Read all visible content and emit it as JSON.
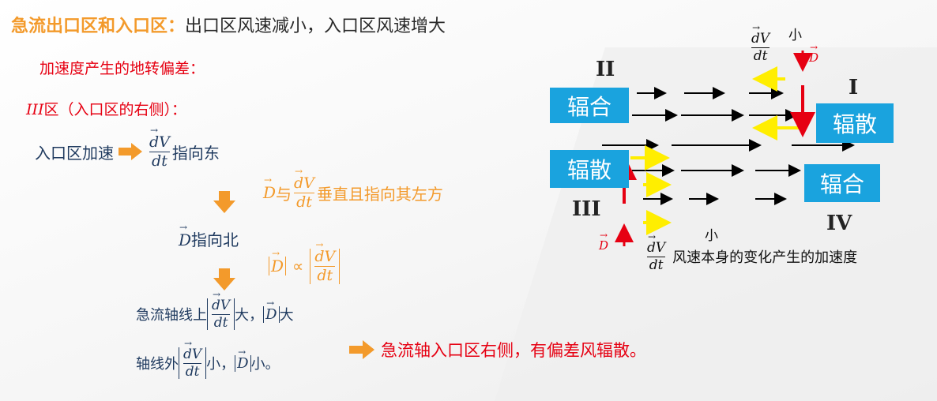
{
  "header": {
    "highlight": "急流出口区和入口区：",
    "rest": "出口区风速减小，入口区风速增大"
  },
  "left": {
    "subtitle": "加速度产生的地转偏差：",
    "region_roman": "III",
    "region_text": "区（入口区的右侧）：",
    "step1_prefix": "入口区加速",
    "step1_suffix": "指向东",
    "step2_suffix": "垂直且指向其左方",
    "step2_mid": "与",
    "step3": "指向北",
    "step4_mid": "∝",
    "step5_prefix": "急流轴线上",
    "step5_mid": "大，",
    "step5_suffix": "大",
    "step6_prefix": "轴线外",
    "step6_mid": "小，",
    "step6_suffix": "小。",
    "conclusion": "急流轴入口区右侧，有偏差风辐散。",
    "frac_num": "dV",
    "frac_den": "dt",
    "D": "D",
    "abs_D_open": "|",
    "abs_D_close": "|"
  },
  "diagram": {
    "labels": {
      "II": "II",
      "I": "I",
      "III": "III",
      "IV": "IV",
      "small_top": "小",
      "small_bottom": "小",
      "D_label_top": "D",
      "D_label_bottom": "D"
    },
    "boxes": {
      "top_left": "辐合",
      "top_right": "辐散",
      "bottom_left": "辐散",
      "bottom_right": "辐合"
    },
    "legend": "风速本身的变化产生的加速度",
    "colors": {
      "box": "#1aa3de",
      "yellow": "#ffee00",
      "red": "#e60012",
      "black": "#000000"
    }
  }
}
